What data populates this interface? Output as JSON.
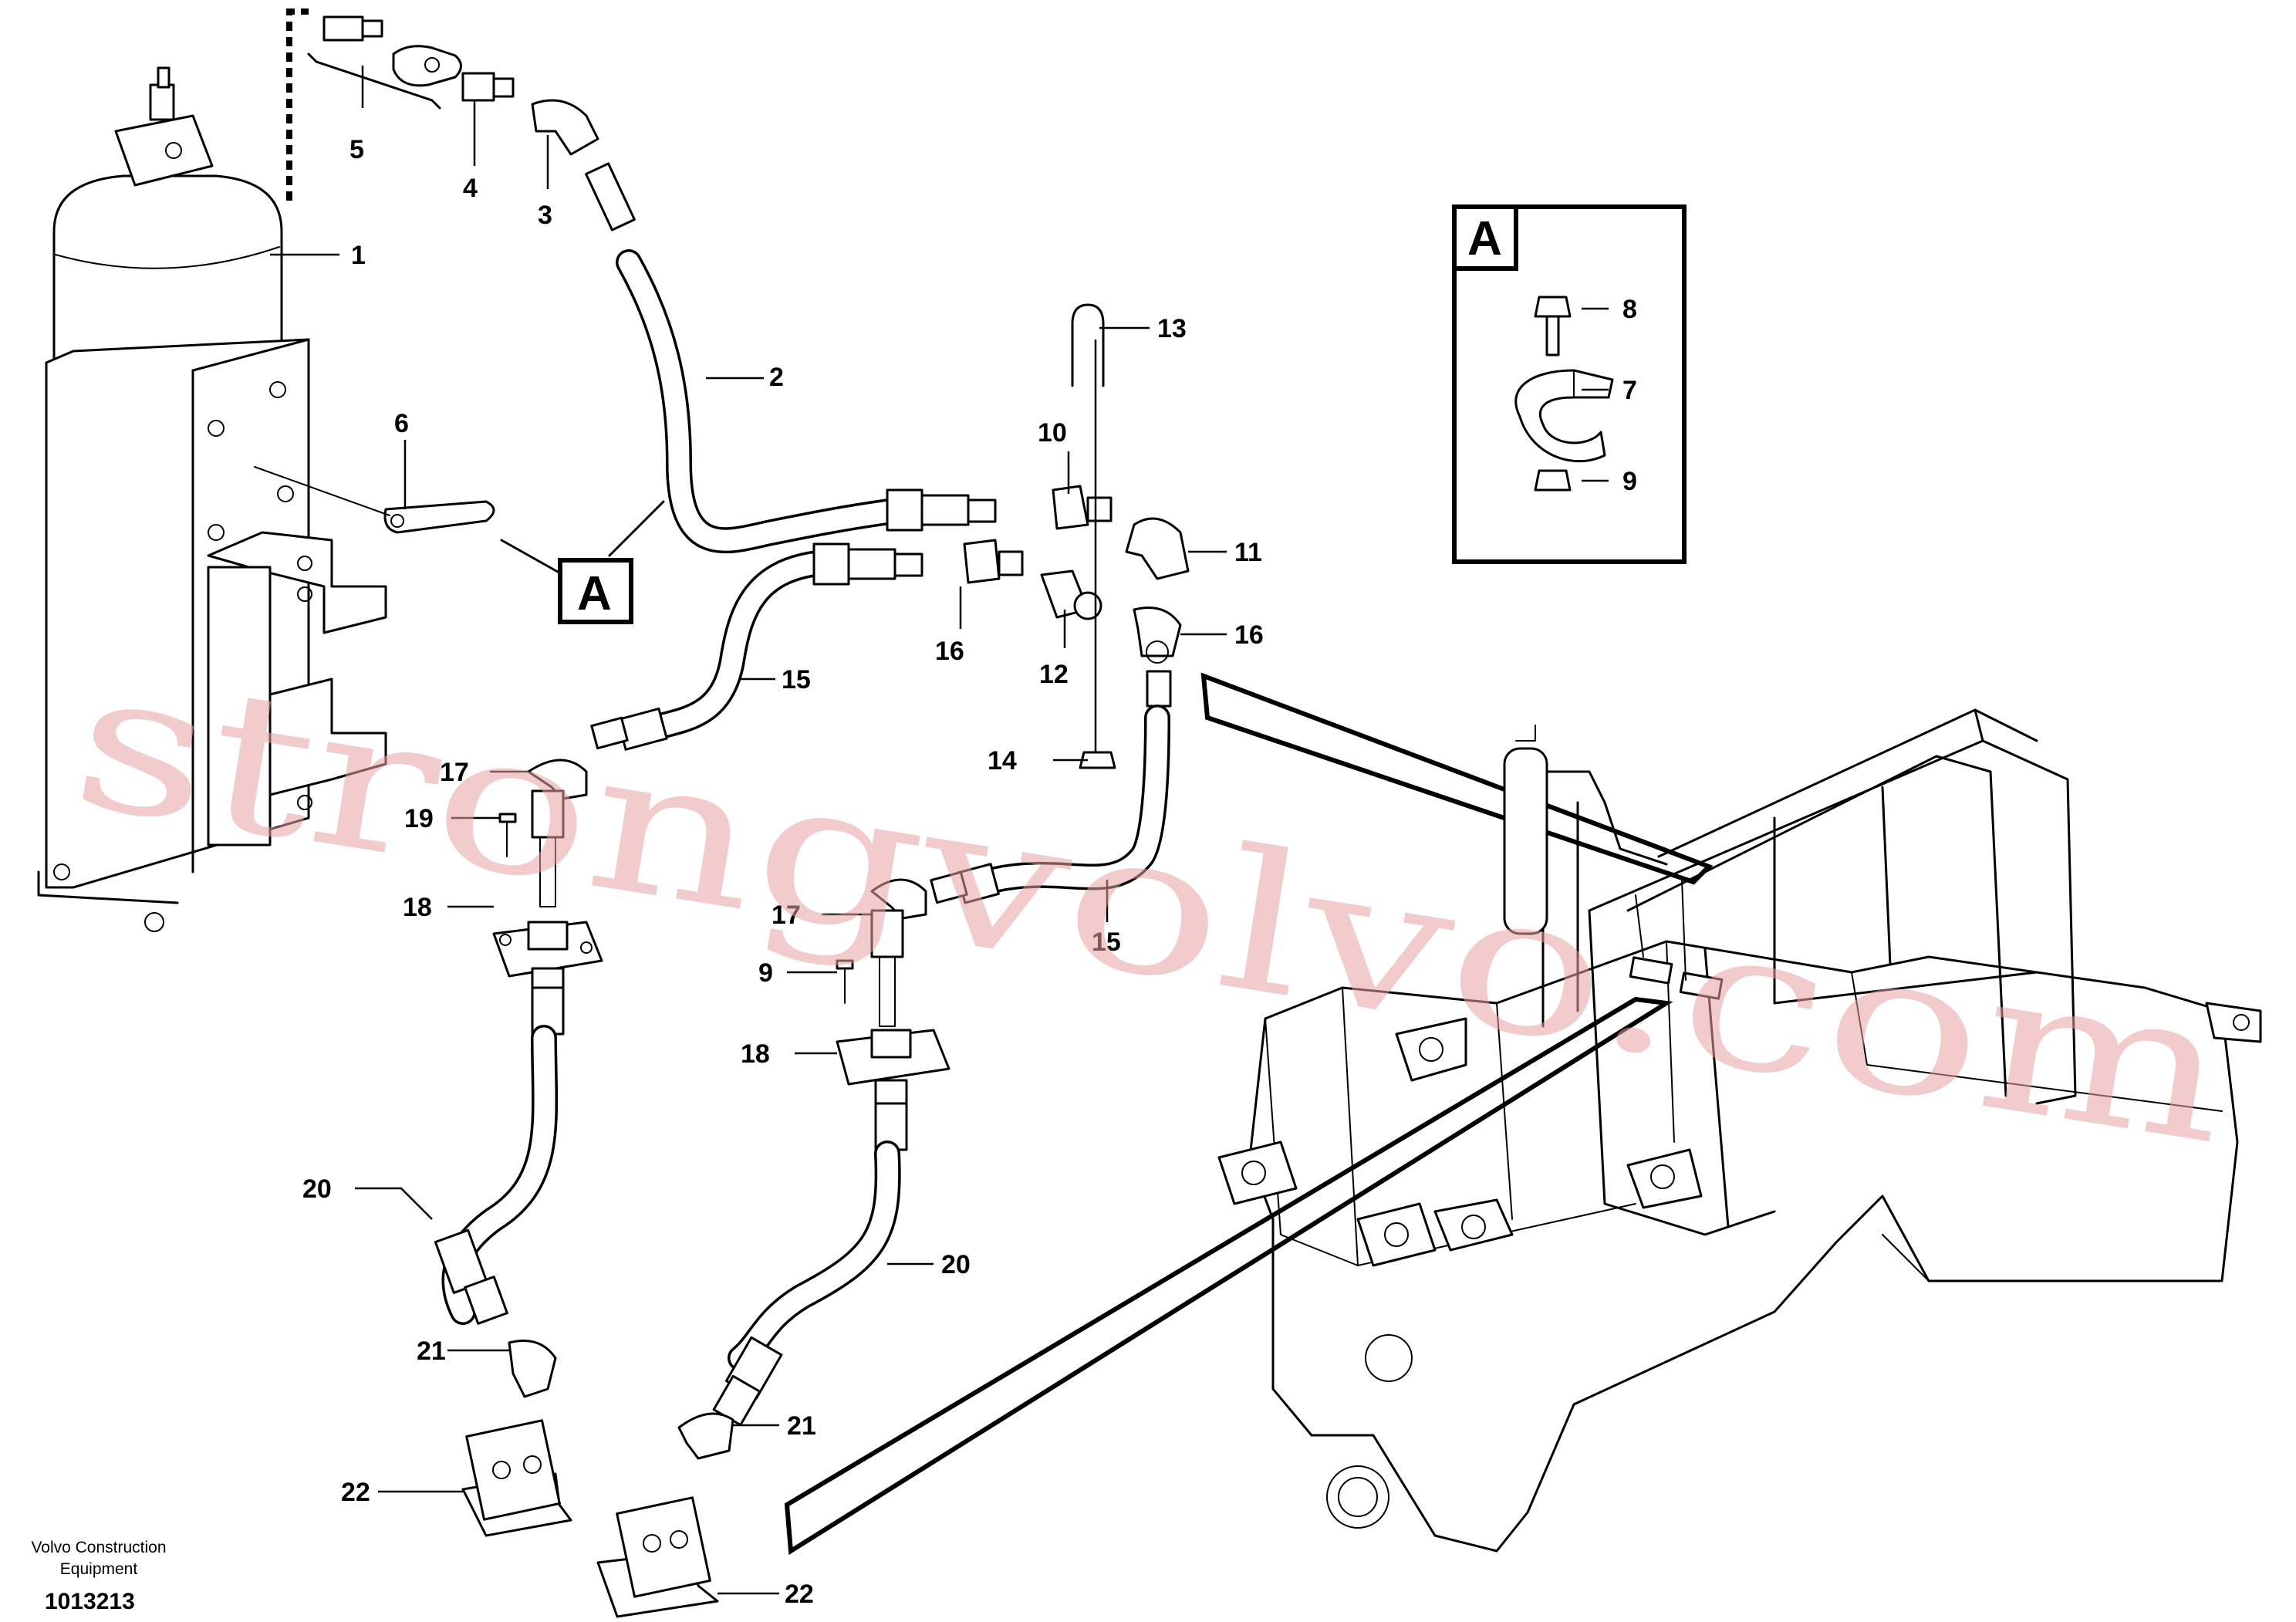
{
  "callouts": {
    "c1": "1",
    "c2": "2",
    "c3": "3",
    "c4": "4",
    "c5": "5",
    "c6": "6",
    "c7": "7",
    "c8": "8",
    "c9_detail": "9",
    "c10": "10",
    "c11": "11",
    "c12": "12",
    "c13": "13",
    "c14": "14",
    "c15_upper": "15",
    "c15_lower": "15",
    "c16_left": "16",
    "c16_right": "16",
    "c17_left": "17",
    "c17_right": "17",
    "c18_left": "18",
    "c18_right": "18",
    "c19": "19",
    "c9_lower": "9",
    "c20_left": "20",
    "c20_right": "20",
    "c21_left": "21",
    "c21_right": "21",
    "c22_left": "22",
    "c22_right": "22"
  },
  "detail_view": {
    "letter": "A"
  },
  "main_ref": {
    "letter": "A"
  },
  "footer": {
    "company_line1": "Volvo Construction",
    "company_line2": "Equipment",
    "drawing_number": "1013213"
  },
  "watermark": {
    "text": "strongvolvo.com"
  }
}
